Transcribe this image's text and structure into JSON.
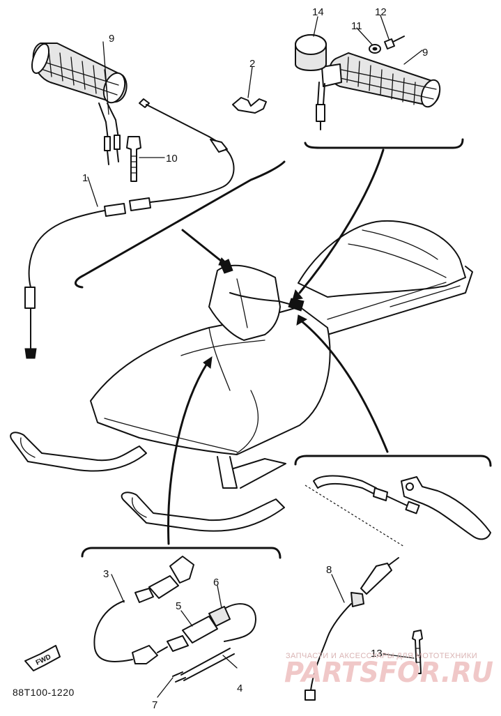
{
  "diagram": {
    "catalog_code": "88T100-1220",
    "fwd_label": "FWD",
    "callouts": [
      {
        "id": "c1",
        "label": "1"
      },
      {
        "id": "c2",
        "label": "2"
      },
      {
        "id": "c3",
        "label": "3"
      },
      {
        "id": "c4",
        "label": "4"
      },
      {
        "id": "c5",
        "label": "5"
      },
      {
        "id": "c6",
        "label": "6"
      },
      {
        "id": "c7",
        "label": "7"
      },
      {
        "id": "c8",
        "label": "8"
      },
      {
        "id": "c9a",
        "label": "9"
      },
      {
        "id": "c9b",
        "label": "9"
      },
      {
        "id": "c10",
        "label": "10"
      },
      {
        "id": "c11",
        "label": "11"
      },
      {
        "id": "c12",
        "label": "12"
      },
      {
        "id": "c13",
        "label": "13"
      },
      {
        "id": "c14",
        "label": "14"
      }
    ]
  },
  "watermark": {
    "caption": "ЗАПЧАСТИ И АКСЕССУАРЫ ДЛЯ МОТОТЕХНИКИ",
    "brand": "PARTSFOR.RU"
  },
  "colors": {
    "line": "#111111",
    "background": "#ffffff",
    "watermark": "#f0c8c8"
  }
}
